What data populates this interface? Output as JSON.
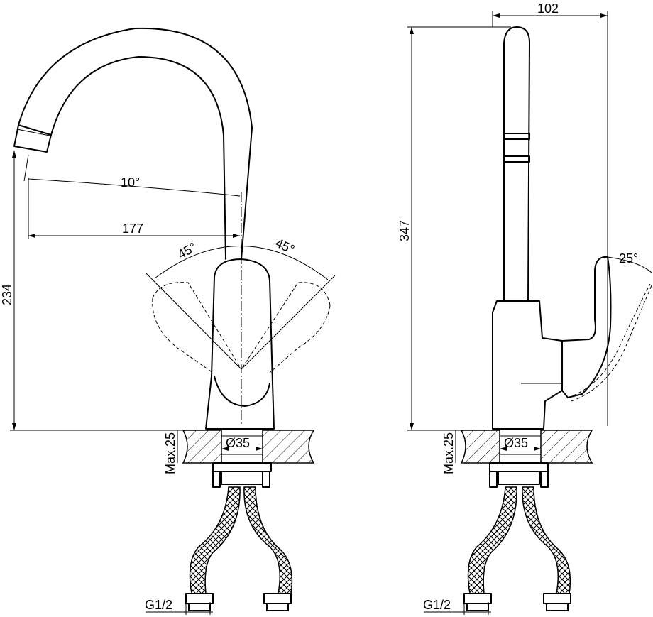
{
  "front_view": {
    "dimensions": {
      "spout_angle": "10°",
      "spout_reach": "177",
      "height": "234",
      "left_rotation": "45°",
      "right_rotation": "45°",
      "mount_diameter": "Ø35",
      "max_thickness": "Max.25",
      "thread": "G1/2"
    }
  },
  "side_view": {
    "dimensions": {
      "depth": "102",
      "height": "347",
      "lever_angle": "25°",
      "mount_diameter": "Ø35",
      "max_thickness": "Max.25",
      "thread": "G1/2"
    }
  }
}
